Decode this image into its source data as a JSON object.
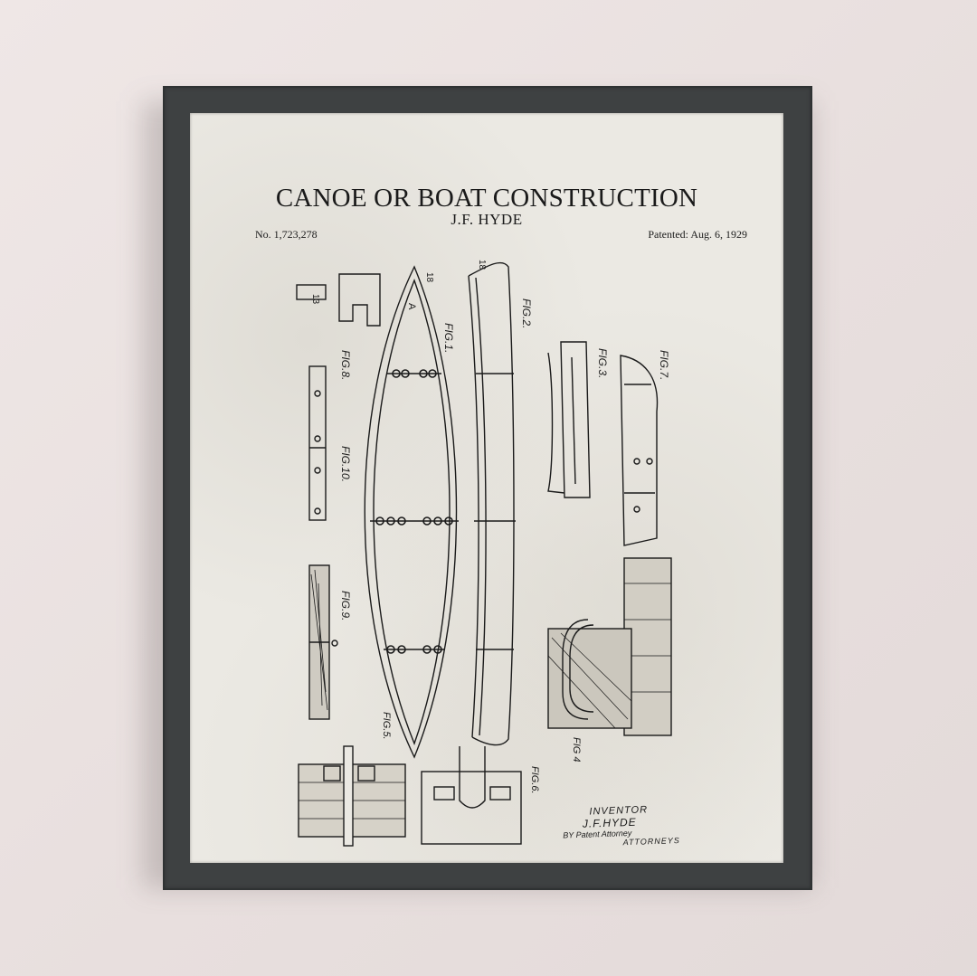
{
  "poster": {
    "title": "CANOE OR BOAT CONSTRUCTION",
    "inventor_heading": "J.F. HYDE",
    "patent_number": "No. 1,723,278",
    "patent_date": "Patented: Aug. 6, 1929"
  },
  "figures": {
    "fig1": "FIG.1.",
    "fig2": "FIG.2.",
    "fig3": "FIG.3.",
    "fig4": "FIG 4",
    "fig5": "FIG.5.",
    "fig6": "FIG.6.",
    "fig7": "FIG.7.",
    "fig8": "FIG.8.",
    "fig9": "FIG.9.",
    "fig10": "FIG.10."
  },
  "signature": {
    "label": "INVENTOR",
    "name": "J.F.HYDE",
    "by": "BY Patent Attorney",
    "attorney": "ATTORNEYS"
  },
  "colors": {
    "wall": "#ebe3e2",
    "frame": "#3e4142",
    "paper": "#ebe9e3",
    "ink": "#1a1a1a"
  }
}
